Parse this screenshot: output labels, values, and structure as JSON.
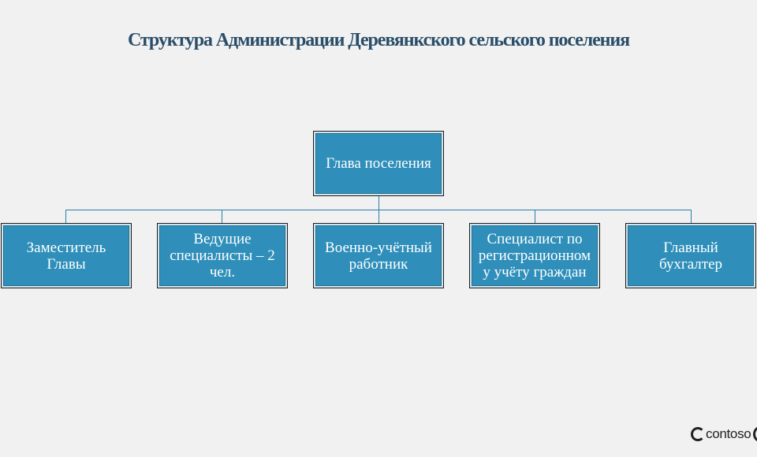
{
  "title": "Структура Администрации Деревянкского сельского поселения",
  "org_chart": {
    "root": {
      "label": "Глава поселения"
    },
    "children": [
      {
        "label": "Заместитель\nГлавы"
      },
      {
        "label": "Ведущие\nспециалисты – 2\nчел."
      },
      {
        "label": "Военно-учётный\nработник"
      },
      {
        "label": "Специалист по\nрегистрационном\nу учёту граждан"
      },
      {
        "label": "Главный\nбухгалтер"
      }
    ]
  },
  "colors": {
    "box_fill": "#2f8fba",
    "connector": "#2a7ea6",
    "title": "#2a4e69"
  },
  "logo": {
    "text": "contoso"
  }
}
